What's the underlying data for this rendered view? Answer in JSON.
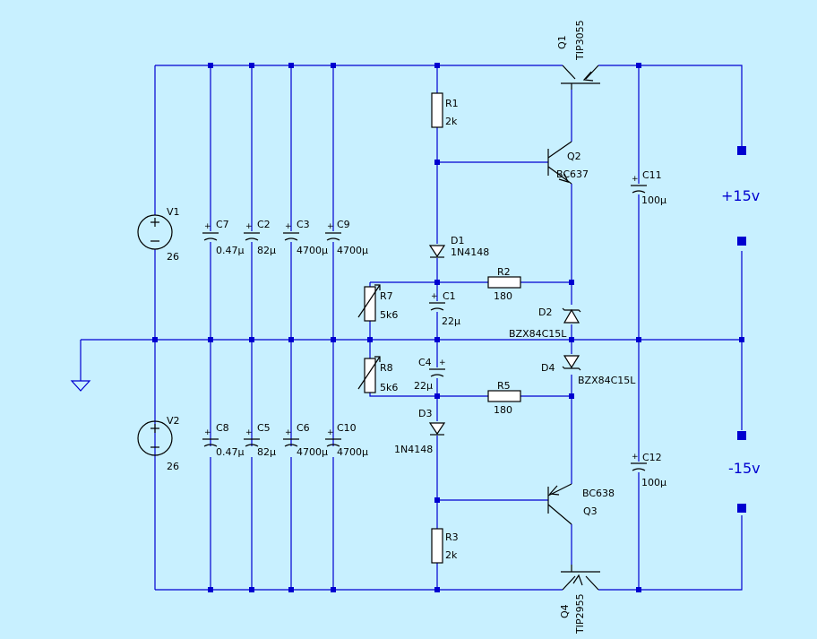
{
  "sources": {
    "V1": {
      "name": "V1",
      "value": "26"
    },
    "V2": {
      "name": "V2",
      "value": "26"
    }
  },
  "components": {
    "C7": {
      "name": "C7",
      "value": "0.47µ"
    },
    "C2": {
      "name": "C2",
      "value": "82µ"
    },
    "C3": {
      "name": "C3",
      "value": "4700µ"
    },
    "C9": {
      "name": "C9",
      "value": "4700µ"
    },
    "C8": {
      "name": "C8",
      "value": "0.47µ"
    },
    "C5": {
      "name": "C5",
      "value": "82µ"
    },
    "C6": {
      "name": "C6",
      "value": "4700µ"
    },
    "C10": {
      "name": "C10",
      "value": "4700µ"
    },
    "C1": {
      "name": "C1",
      "value": "22µ"
    },
    "C4": {
      "name": "C4",
      "value": "22µ"
    },
    "C11": {
      "name": "C11",
      "value": "100µ"
    },
    "C12": {
      "name": "C12",
      "value": "100µ"
    },
    "R1": {
      "name": "R1",
      "value": "2k"
    },
    "R2": {
      "name": "R2",
      "value": "180"
    },
    "R3": {
      "name": "R3",
      "value": "2k"
    },
    "R5": {
      "name": "R5",
      "value": "180"
    },
    "R7": {
      "name": "R7",
      "value": "5k6"
    },
    "R8": {
      "name": "R8",
      "value": "5k6"
    },
    "D1": {
      "name": "D1",
      "value": "1N4148"
    },
    "D3": {
      "name": "D3",
      "value": "1N4148"
    },
    "D2": {
      "name": "D2",
      "value": "BZX84C15L"
    },
    "D4": {
      "name": "D4",
      "value": "BZX84C15L"
    },
    "Q1": {
      "name": "Q1",
      "value": "TIP3055"
    },
    "Q2": {
      "name": "Q2",
      "value": "BC637"
    },
    "Q3": {
      "name": "Q3",
      "value": "BC638"
    },
    "Q4": {
      "name": "Q4",
      "value": "TIP2955"
    }
  },
  "outputs": {
    "positive": "+15v",
    "negative": "-15v"
  },
  "colors": {
    "background": "#c8f0ff",
    "wire": "#0000d0",
    "component": "#000000",
    "output_label": "#0000d0"
  }
}
